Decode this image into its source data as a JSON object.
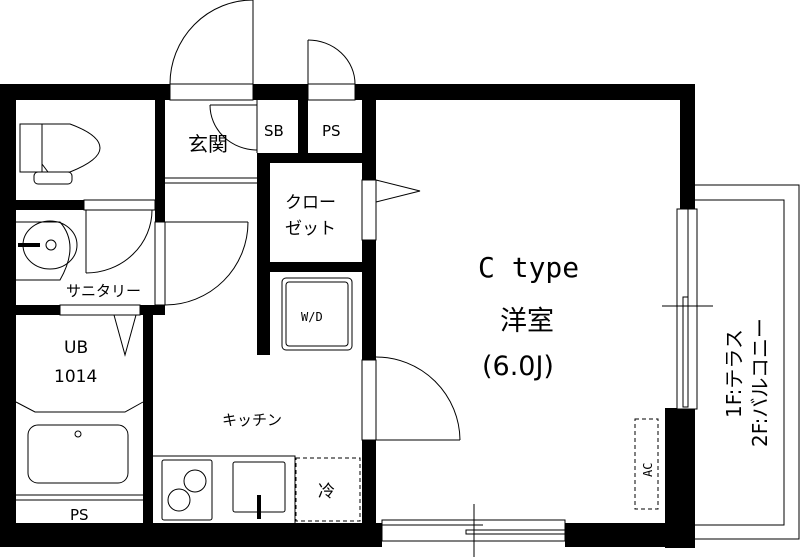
{
  "plan": {
    "unit_type": "C type",
    "rooms": {
      "western_room": {
        "label": "洋室",
        "size": "(6.0J)"
      },
      "entrance": {
        "label": "玄関"
      },
      "shoe_box": {
        "label": "SB"
      },
      "pipe_space_top": {
        "label": "PS"
      },
      "closet_line1": {
        "label": "クロー"
      },
      "closet_line2": {
        "label": "ゼット"
      },
      "sanitary": {
        "label": "サニタリー"
      },
      "unit_bath_line1": {
        "label": "UB"
      },
      "unit_bath_line2": {
        "label": "1014"
      },
      "pipe_space_bottom": {
        "label": "PS"
      },
      "kitchen": {
        "label": "キッチン"
      },
      "washer_dryer": {
        "label": "W/D"
      },
      "fridge": {
        "label": "冷"
      },
      "air_conditioner": {
        "label": "AC"
      },
      "balcony_line1": {
        "label": "1F:テラス"
      },
      "balcony_line2": {
        "label": "2F:バルコニー"
      }
    },
    "colors": {
      "wall": "#000000",
      "background": "#ffffff"
    }
  }
}
